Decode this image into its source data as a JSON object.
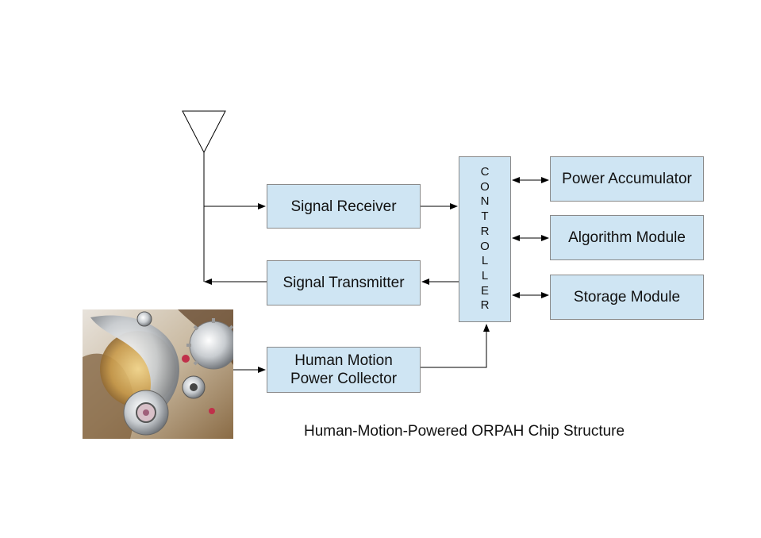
{
  "boxes": {
    "signal_receiver": "Signal Receiver",
    "signal_transmitter": "Signal Transmitter",
    "power_collector_line1": "Human Motion",
    "power_collector_line2": "Power Collector",
    "power_accumulator": "Power Accumulator",
    "algorithm_module": "Algorithm Module",
    "storage_module": "Storage Module"
  },
  "controller": {
    "letters": [
      "C",
      "O",
      "N",
      "T",
      "R",
      "O",
      "L",
      "L",
      "E",
      "R"
    ]
  },
  "caption": "Human-Motion-Powered ORPAH Chip Structure",
  "photo": {
    "subject": "watch-gear-mechanism"
  },
  "colors": {
    "box_fill": "#cfe5f3",
    "box_border": "#8a8a8a",
    "line": "#000000"
  }
}
